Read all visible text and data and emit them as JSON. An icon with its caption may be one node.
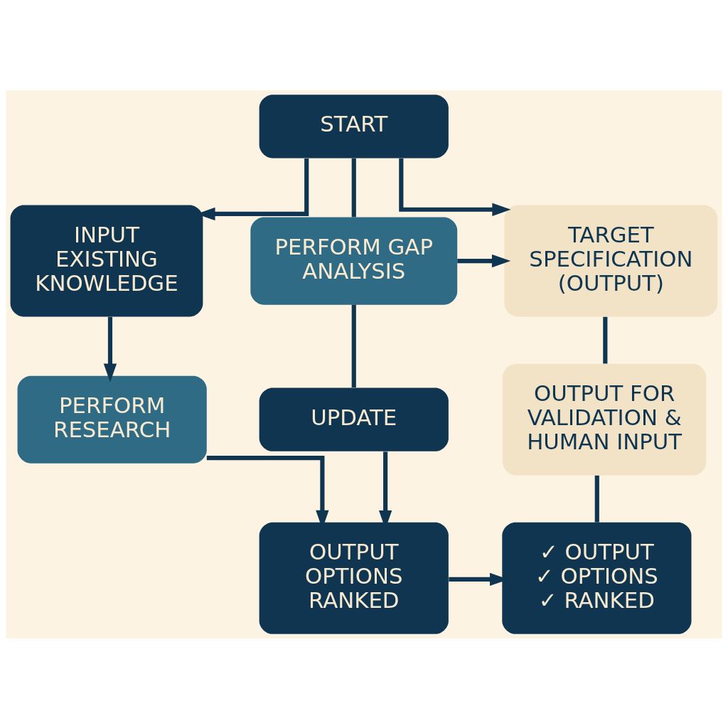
{
  "diagram": {
    "nodes": [
      {
        "text": [
          "START"
        ]
      },
      {
        "text": [
          "INPUT EXISTING KNOWLEDGE"
        ]
      },
      {
        "text": [
          "PERFORM GAP ANALYSIS"
        ]
      },
      {
        "text": [
          "TARGET SPECIFICATION (OUTPUT)"
        ]
      },
      {
        "text": [
          "PERFORM RESEARCH"
        ]
      },
      {
        "text": [
          "UPDATE"
        ]
      },
      {
        "text": [
          "OUTPUT FOR VALIDATION & HUMAN INPUT"
        ]
      },
      {
        "text": [
          "OUTPUT OPTIONS RANKED"
        ]
      },
      {
        "text": [
          "✓ OUTPUT",
          "✓ OPTIONS",
          "✓ RANKED"
        ]
      }
    ],
    "edges": [
      {
        "from": 0,
        "to": 3,
        "arrow": "to"
      },
      {
        "from": 0,
        "to": 2,
        "arrow": "none"
      },
      {
        "from": 0,
        "to": 1,
        "arrow": "to"
      },
      {
        "from": 2,
        "to": 3,
        "arrow": "to"
      },
      {
        "from": 1,
        "to": 4,
        "arrow": "to"
      },
      {
        "from": 2,
        "to": 5,
        "arrow": "none"
      },
      {
        "from": 3,
        "to": 6,
        "arrow": "none"
      },
      {
        "from": 5,
        "to": 7,
        "arrow": "to"
      },
      {
        "from": 4,
        "to": 7,
        "arrow": "to"
      },
      {
        "from": 7,
        "to": 8,
        "arrow": "to"
      },
      {
        "from": 6,
        "to": 8,
        "arrow": "none"
      }
    ]
  }
}
